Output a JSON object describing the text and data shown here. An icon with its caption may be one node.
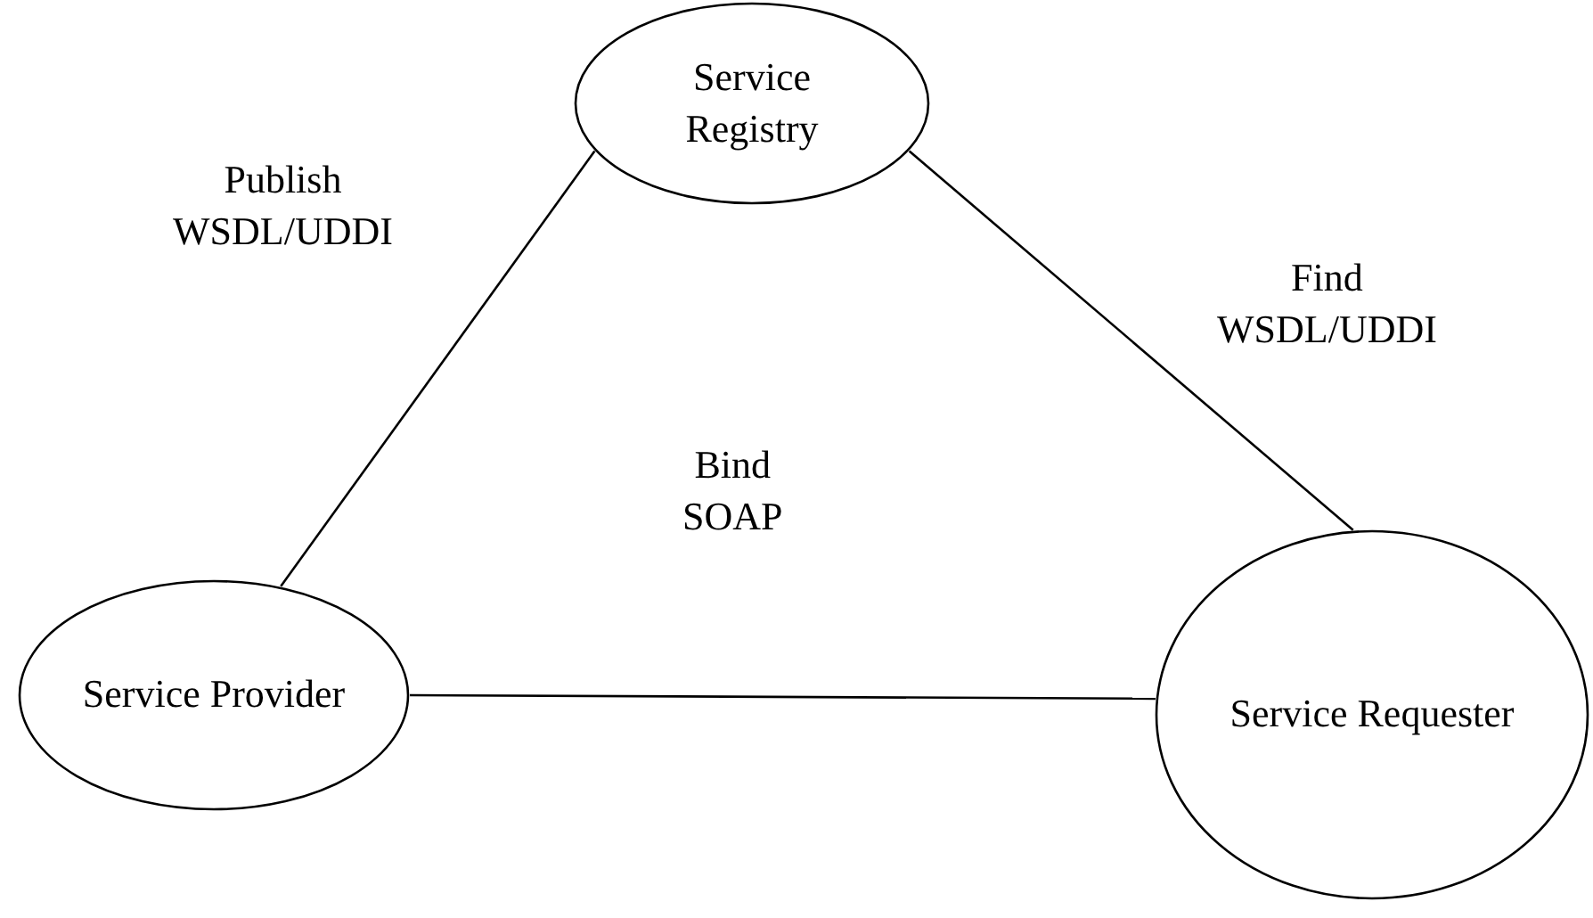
{
  "diagram": {
    "nodes": [
      {
        "text": [
          "Service Registry"
        ]
      },
      {
        "text": [
          "Service Provider"
        ]
      },
      {
        "text": [
          "Service Requester"
        ]
      }
    ],
    "edges": [
      {
        "from": 1,
        "to": 0,
        "arrow": "none",
        "label": "Publish WSDL/UDDI"
      },
      {
        "from": 0,
        "to": 2,
        "arrow": "none",
        "label": "Find WSDL/UDDI"
      },
      {
        "from": 1,
        "to": 2,
        "arrow": "none",
        "label": "Bind SOAP"
      }
    ]
  }
}
